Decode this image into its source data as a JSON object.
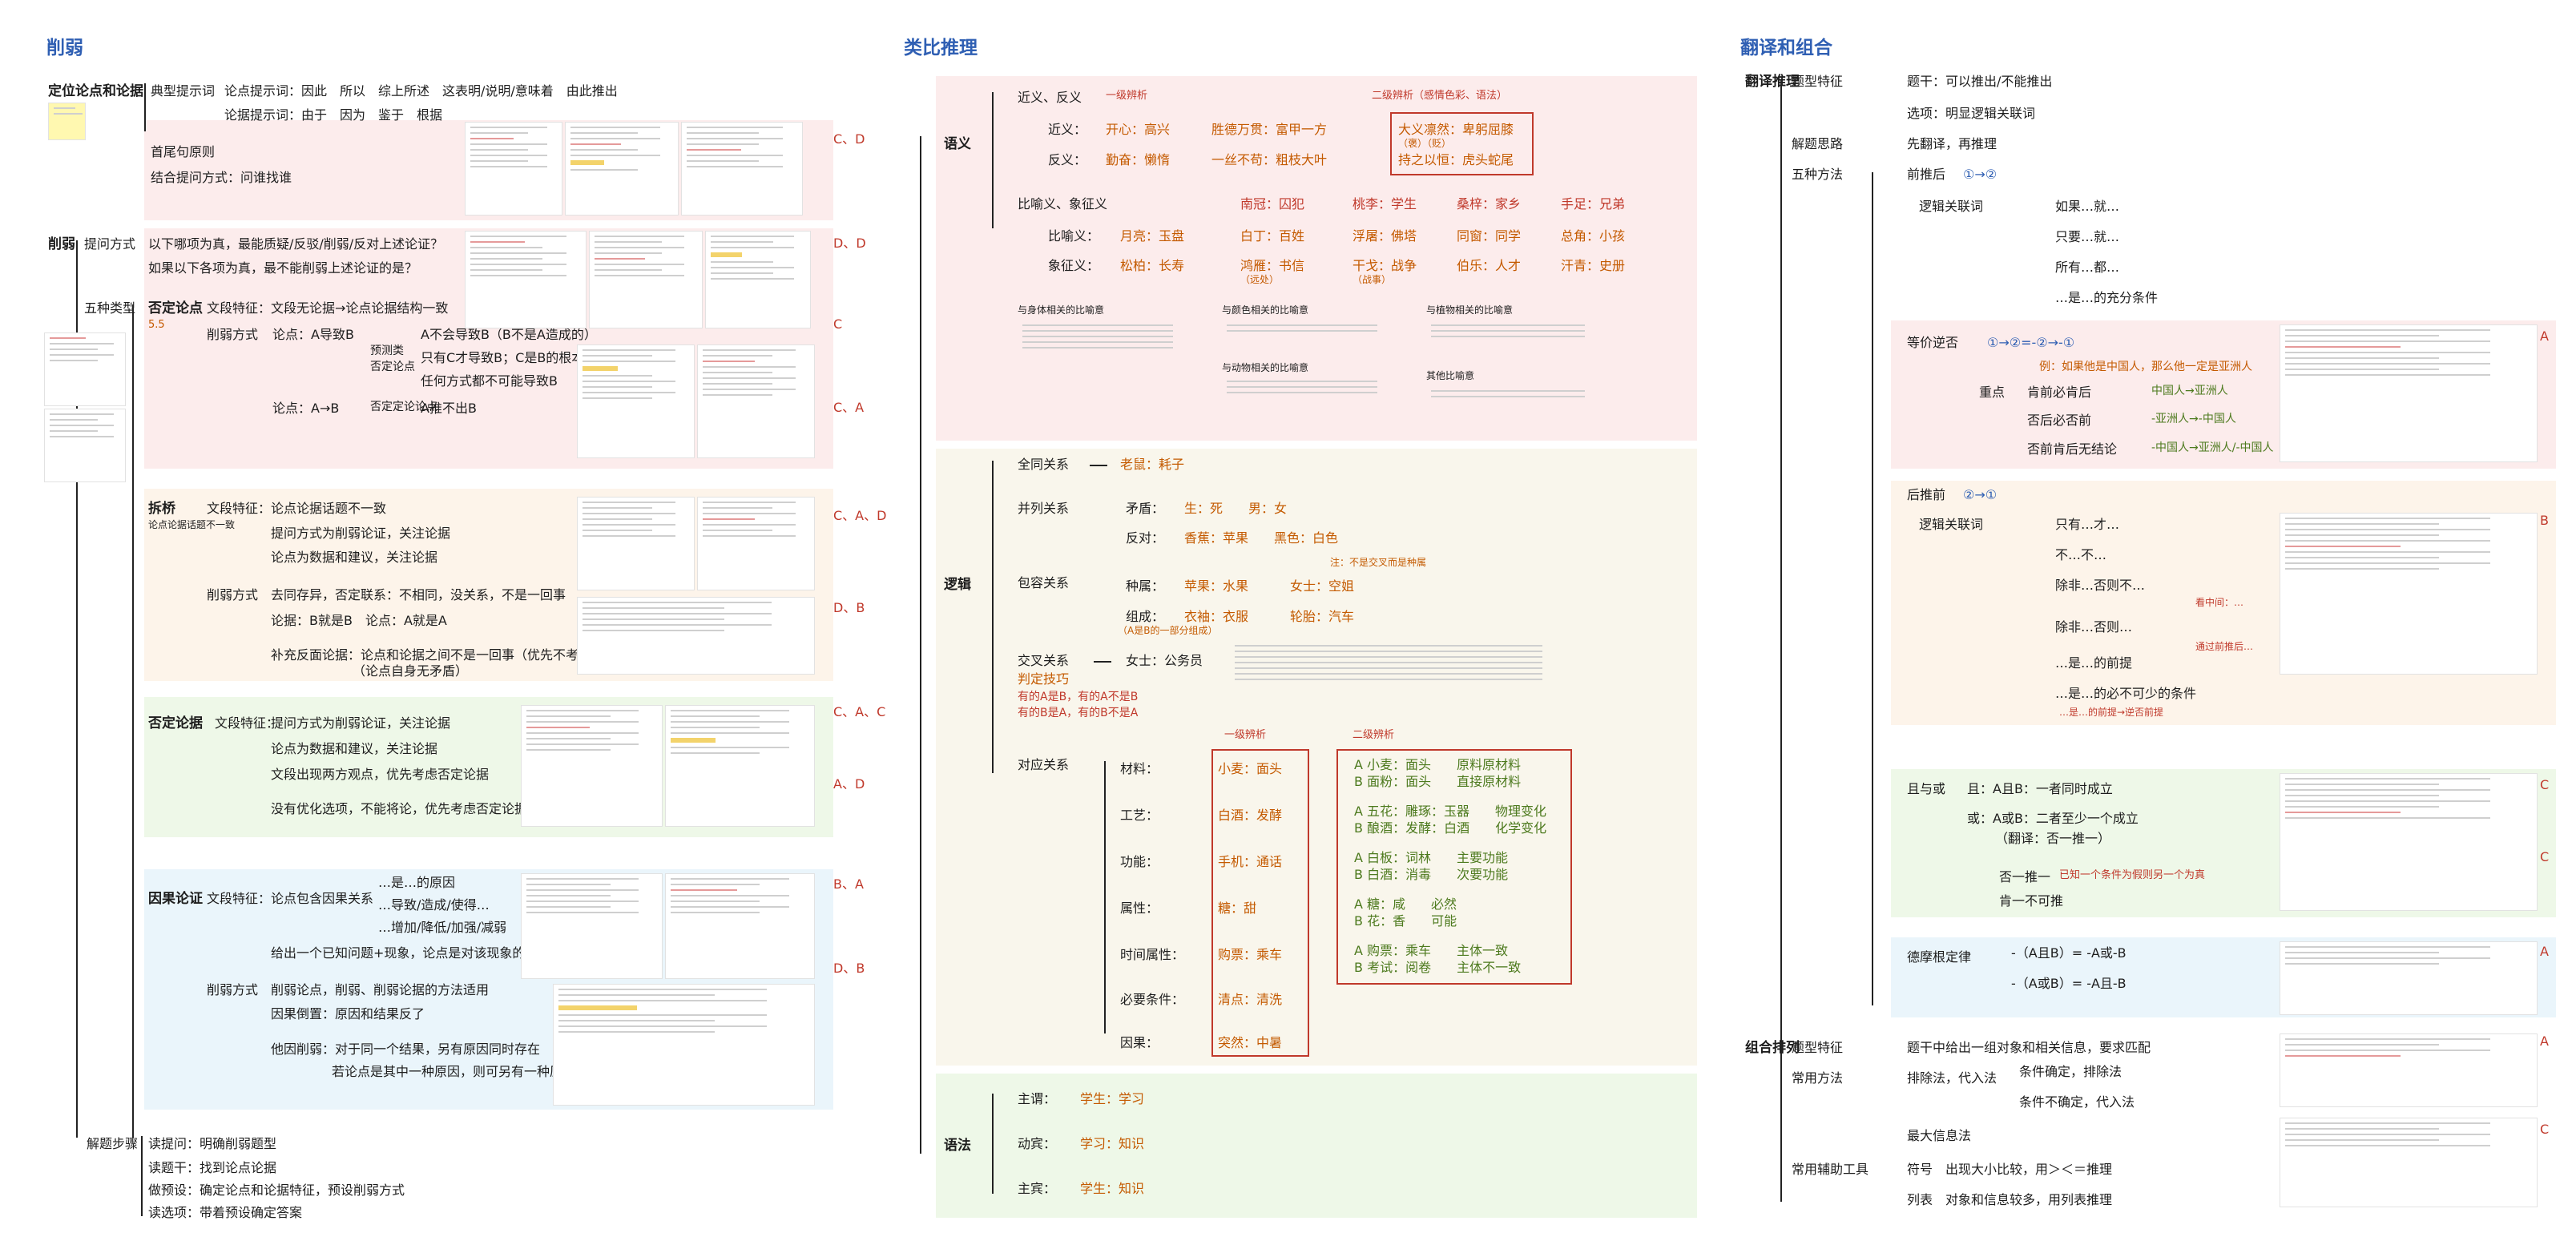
{
  "titles": {
    "left": "削弱",
    "mid": "类比推理",
    "right": "翻译和组合"
  },
  "left": {
    "root1": "定位论点和论据",
    "typical": "典型提示词",
    "kw1": "论点提示词：因此　所以　综上所述　这表明/说明/意味着　由此推出",
    "kw2": "论据提示词：由于　因为　鉴于　根据",
    "first_last": "首尾句原则",
    "combine": "结合提问方式：问谁找谁",
    "root2": "削弱",
    "ask_way": "提问方式",
    "q1": "以下哪项为真，最能质疑/反驳/削弱/反对上述论证？",
    "q2": "如果以下各项为真，最不能削弱上述论证的是？",
    "five": "五种类型",
    "neg_point": "否定论点",
    "neg_point_sub": "5.5",
    "feature": "文段特征：",
    "feature_neg": "文段无论据→论点论据结构一致",
    "method": "削弱方式",
    "pa": "论点：A导致B",
    "pa1": "A不会导致B（B不是A造成的）",
    "pa2": "只有C才导致B；C是B的根本原因/唯一方式",
    "pa3": "任何方式都不可能导致B",
    "pb": "论点：A→B",
    "pb1": "A推不出B",
    "pred": "预测类",
    "neg_q": "否定论点",
    "pred_neg": "否定定论论点",
    "weaken": "拆桥",
    "weaken_sub": "论点论据话题不一致",
    "w1": "论点论据话题不一致",
    "w2": "提问方式为削弱论证，关注论据",
    "w3": "论点为数据和建议，关注论据",
    "w4": "去同存异，否定联系：不相同，没关系，不是一回事",
    "w5": "论据：B就是B　论点：A就是A",
    "w6": "补充反面论据：论点和论据之间不是一回事（优先不考虑）",
    "w7": "（论点自身无矛盾）",
    "arg": "否定论据",
    "a1": "提问方式为削弱论证，关注论据",
    "a2": "论点为数据和建议，关注论据",
    "a3": "文段出现两方观点，优先考虑否定论据",
    "a4": "没有优化选项，不能将论，优先考虑否定论据",
    "cause": "因果论证",
    "c1": "论点包含因果关系",
    "c1a": "…是…的原因",
    "c1b": "…导致/造成/使得…",
    "c1c": "…增加/降低/加强/减弱",
    "c2": "给出一个已知问题+现象，论点是对该现象的原因",
    "c3": "削弱论点，削弱、削弱论据的方法适用",
    "c4": "因果倒置：原因和结果反了",
    "c5": "他因削弱：对于同一个结果，另有原因同时存在",
    "c6": "若论点是其中一种原因，则可另有一种原因削弱",
    "steps": "解题步骤",
    "s1": "读提问：明确削弱题型",
    "s2": "读题干：找到论点论据",
    "s3": "做预设：确定论点和论据特征，预设削弱方式",
    "s4": "读选项：带着预设确定答案",
    "letters": [
      "C、D",
      "D、D",
      "C",
      "C、A",
      "C、A、D",
      "D、B",
      "C、A、C",
      "A、D",
      "B、A",
      "D、B"
    ]
  },
  "mid": {
    "yuyi": "语义",
    "near_ant": "近义、反义",
    "lvl1": "一级辨析",
    "lvl2": "二级辨析（感情色彩、语法）",
    "near": "近义：",
    "ant": "反义：",
    "n1": "开心：高兴",
    "n2": "胜德万贯：富甲一方",
    "n3": "大义凛然：卑躬屈膝",
    "n3a": "（褒）（贬）",
    "a1": "勤奋：懒惰",
    "a2": "一丝不苟：粗枝大叶",
    "a3": "持之以恒：虎头蛇尾",
    "metaphor": "比喻义、象征义",
    "m_pairs": [
      "南冠：囚犯",
      "桃李：学生",
      "桑梓：家乡",
      "手足：兄弟"
    ],
    "bi": "比喻义：",
    "bi1": "月亮：玉盘",
    "bi2": "白丁：百姓",
    "bi3": "浮屠：佛塔",
    "bi4": "同窗：同学",
    "bi5": "总角：小孩",
    "xiang": "象征义：",
    "xi1": "松柏：长寿",
    "xi2": "鸿雁：书信",
    "xi3": "干戈：战争",
    "xi4": "伯乐：人才",
    "xi5": "汗青：史册",
    "xi2s": "（远处）",
    "xi3s": "（战事）",
    "tbl": [
      "与身体相关的比喻意",
      "与颜色相关的比喻意",
      "与植物相关的比喻意",
      "与动物相关的比喻意",
      "其他比喻意"
    ],
    "luoji": "逻辑",
    "whole": "全同关系",
    "whole_ex": "老鼠：耗子",
    "parallel": "并列关系",
    "contra": "矛盾：",
    "contra_ex": "生：死　　男：女",
    "opp": "反对：",
    "opp_ex": "香蕉：苹果　　黑色：白色",
    "include": "包容关系",
    "kind": "种属：",
    "kind_ex": "苹果：水果",
    "kind_ex2": "女士：空姐",
    "kind_n": "注：不是交叉而是种属",
    "comp": "组成：",
    "comp_ex": "衣袖：衣服",
    "comp_ex2": "轮胎：汽车",
    "comp_n": "（A是B的一部分组成）",
    "cross": "交叉关系",
    "cross_ex": "女士：公务员",
    "cross_n": "判定技巧",
    "cross_n2": "有的A是B，有的A不是B",
    "cross_n3": "有的B是A，有的B不是A",
    "corr": "对应关系",
    "cr": [
      [
        "材料：",
        "小麦：面头"
      ],
      [
        "工艺：",
        "白酒：发酵"
      ],
      [
        "功能：",
        "手机：通话"
      ],
      [
        "属性：",
        "糖：甜"
      ],
      [
        "时间属性：",
        "购票：乘车"
      ],
      [
        "必要条件：",
        "清点：清洗"
      ],
      [
        "因果：",
        "突然：中暑"
      ]
    ],
    "cr_right": [
      "A 小麦：面头　　原料原材料",
      "B 面粉：面头　　直接原材料",
      "A 五花：雕琢：玉器　　物理变化",
      "B 酿酒：发酵：白酒　　化学变化",
      "A 白板：词林　　主要功能",
      "B 白酒：消毒　　次要功能",
      "A 糖：咸　　必然",
      "B 花：香　　可能",
      "A 购票：乘车　　主体一致",
      "B 考试：阅卷　　主体不一致"
    ],
    "corr_lvl1": "一级辨析",
    "corr_lvl2": "二级辨析",
    "yufa": "语法",
    "g1": "主谓：",
    "g1e": "学生：学习",
    "g2": "动宾：",
    "g2e": "学习：知识",
    "g3": "主宾：",
    "g3e": "学生：知识"
  },
  "right": {
    "trans": "翻译推理",
    "feature": "题型特征",
    "feature1": "题干：可以推出/不能推出",
    "feature2": "选项：明显逻辑关联词",
    "idea": "解题思路",
    "idea1": "先翻译，再推理",
    "five": "五种方法",
    "before": "前推后",
    "before1": "①→②",
    "logic": "逻辑关联词",
    "lk": [
      "如果…就…",
      "只要…就…",
      "所有…都…",
      "…是…的充分条件"
    ],
    "equal": "等价逆否",
    "equal1": "①→②=-②→-①",
    "equal_n": "例：如果他是中国人，那么他一定是亚洲人",
    "key": "重点",
    "k1": "肯前必肯后",
    "k1n": "中国人→亚洲人",
    "k2": "否后必否前",
    "k2n": "-亚洲人→-中国人",
    "k3": "否前肯后无结论",
    "k3n": "-中国人→亚洲人/-中国人（都可能）",
    "after": "后推前",
    "after1": "②→①",
    "logic2": "逻辑关联词",
    "lk2": [
      "只有…才…",
      "不…不…",
      "除非…否则不…",
      "除非…否则…",
      "…是…的前提",
      "…是…的必不可少的条件"
    ],
    "lk2n": [
      "看中间：…",
      "通过前推后…",
      "…是…的前提→逆否前提"
    ],
    "andor": "且与或",
    "and1": "且：A且B：一者同时成立",
    "or1": "或：A或B：二者至少一个成立",
    "or1b": "（翻译：否一推一）",
    "or2": "否一推一",
    "or2n": "已知一个条件为假则另一个为真",
    "or3": "肯一不可推",
    "demorgan": "德摩根定律",
    "dm1": "-（A且B）= -A或-B",
    "dm2": "-（A或B）= -A且-B",
    "combo": "组合排列",
    "cf": "题型特征",
    "cf1": "题干中给出一组对象和相关信息，要求匹配",
    "cm": "常用方法",
    "cm1": "排除法，代入法",
    "cm1a": "条件确定，排除法",
    "cm1b": "条件不确定，代入法",
    "cm2": "最大信息法",
    "tool": "常用辅助工具",
    "tool1": "符号　出现大小比较，用＞＜＝推理",
    "tool2": "列表　对象和信息较多，用列表推理",
    "letters": [
      "A",
      "B",
      "C",
      "C",
      "A",
      "A",
      "C"
    ]
  }
}
